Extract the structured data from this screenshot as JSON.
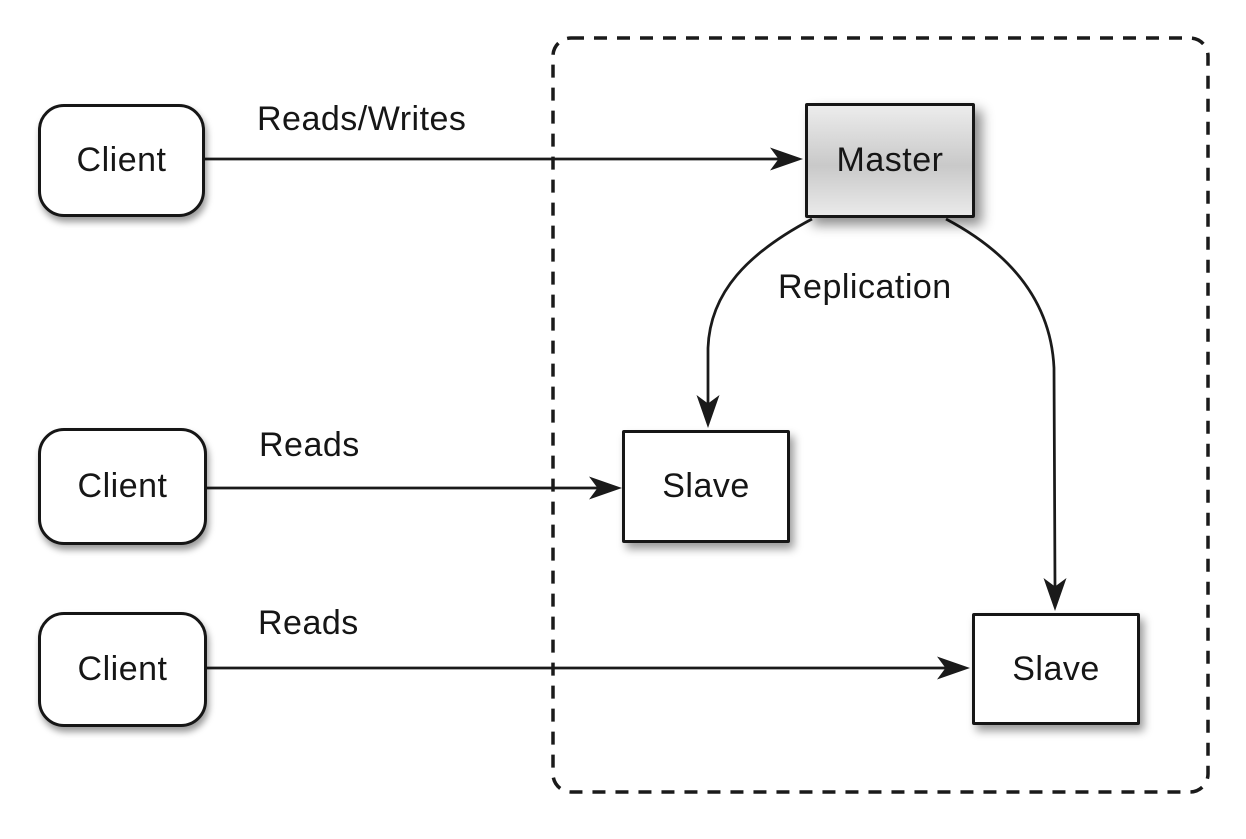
{
  "diagram": {
    "type": "architecture-diagram",
    "topic": "database master-slave replication",
    "cluster": {
      "style": "dashed-rounded-rectangle",
      "contains": [
        "master",
        "slave1",
        "slave2"
      ]
    },
    "nodes": {
      "client1": {
        "label": "Client",
        "shape": "rounded-rectangle"
      },
      "client2": {
        "label": "Client",
        "shape": "rounded-rectangle"
      },
      "client3": {
        "label": "Client",
        "shape": "rounded-rectangle"
      },
      "master": {
        "label": "Master",
        "shape": "rectangle",
        "fill": "gray-gradient"
      },
      "slave1": {
        "label": "Slave",
        "shape": "rectangle"
      },
      "slave2": {
        "label": "Slave",
        "shape": "rectangle"
      }
    },
    "edges": {
      "reads_writes": {
        "label": "Reads/Writes",
        "from": "client1",
        "to": "master",
        "style": "straight-arrow"
      },
      "reads1": {
        "label": "Reads",
        "from": "client2",
        "to": "slave1",
        "style": "straight-arrow"
      },
      "reads2": {
        "label": "Reads",
        "from": "client3",
        "to": "slave2",
        "style": "straight-arrow"
      },
      "replication": {
        "label": "Replication",
        "from": "master",
        "to": [
          "slave1",
          "slave2"
        ],
        "style": "curved-arrows"
      }
    },
    "colors": {
      "stroke": "#1a1a1a",
      "node_fill": "#ffffff",
      "background": "#ffffff",
      "master_top": "#ececec",
      "master_mid": "#c9c9c9",
      "master_bottom": "#eaeaea"
    }
  }
}
